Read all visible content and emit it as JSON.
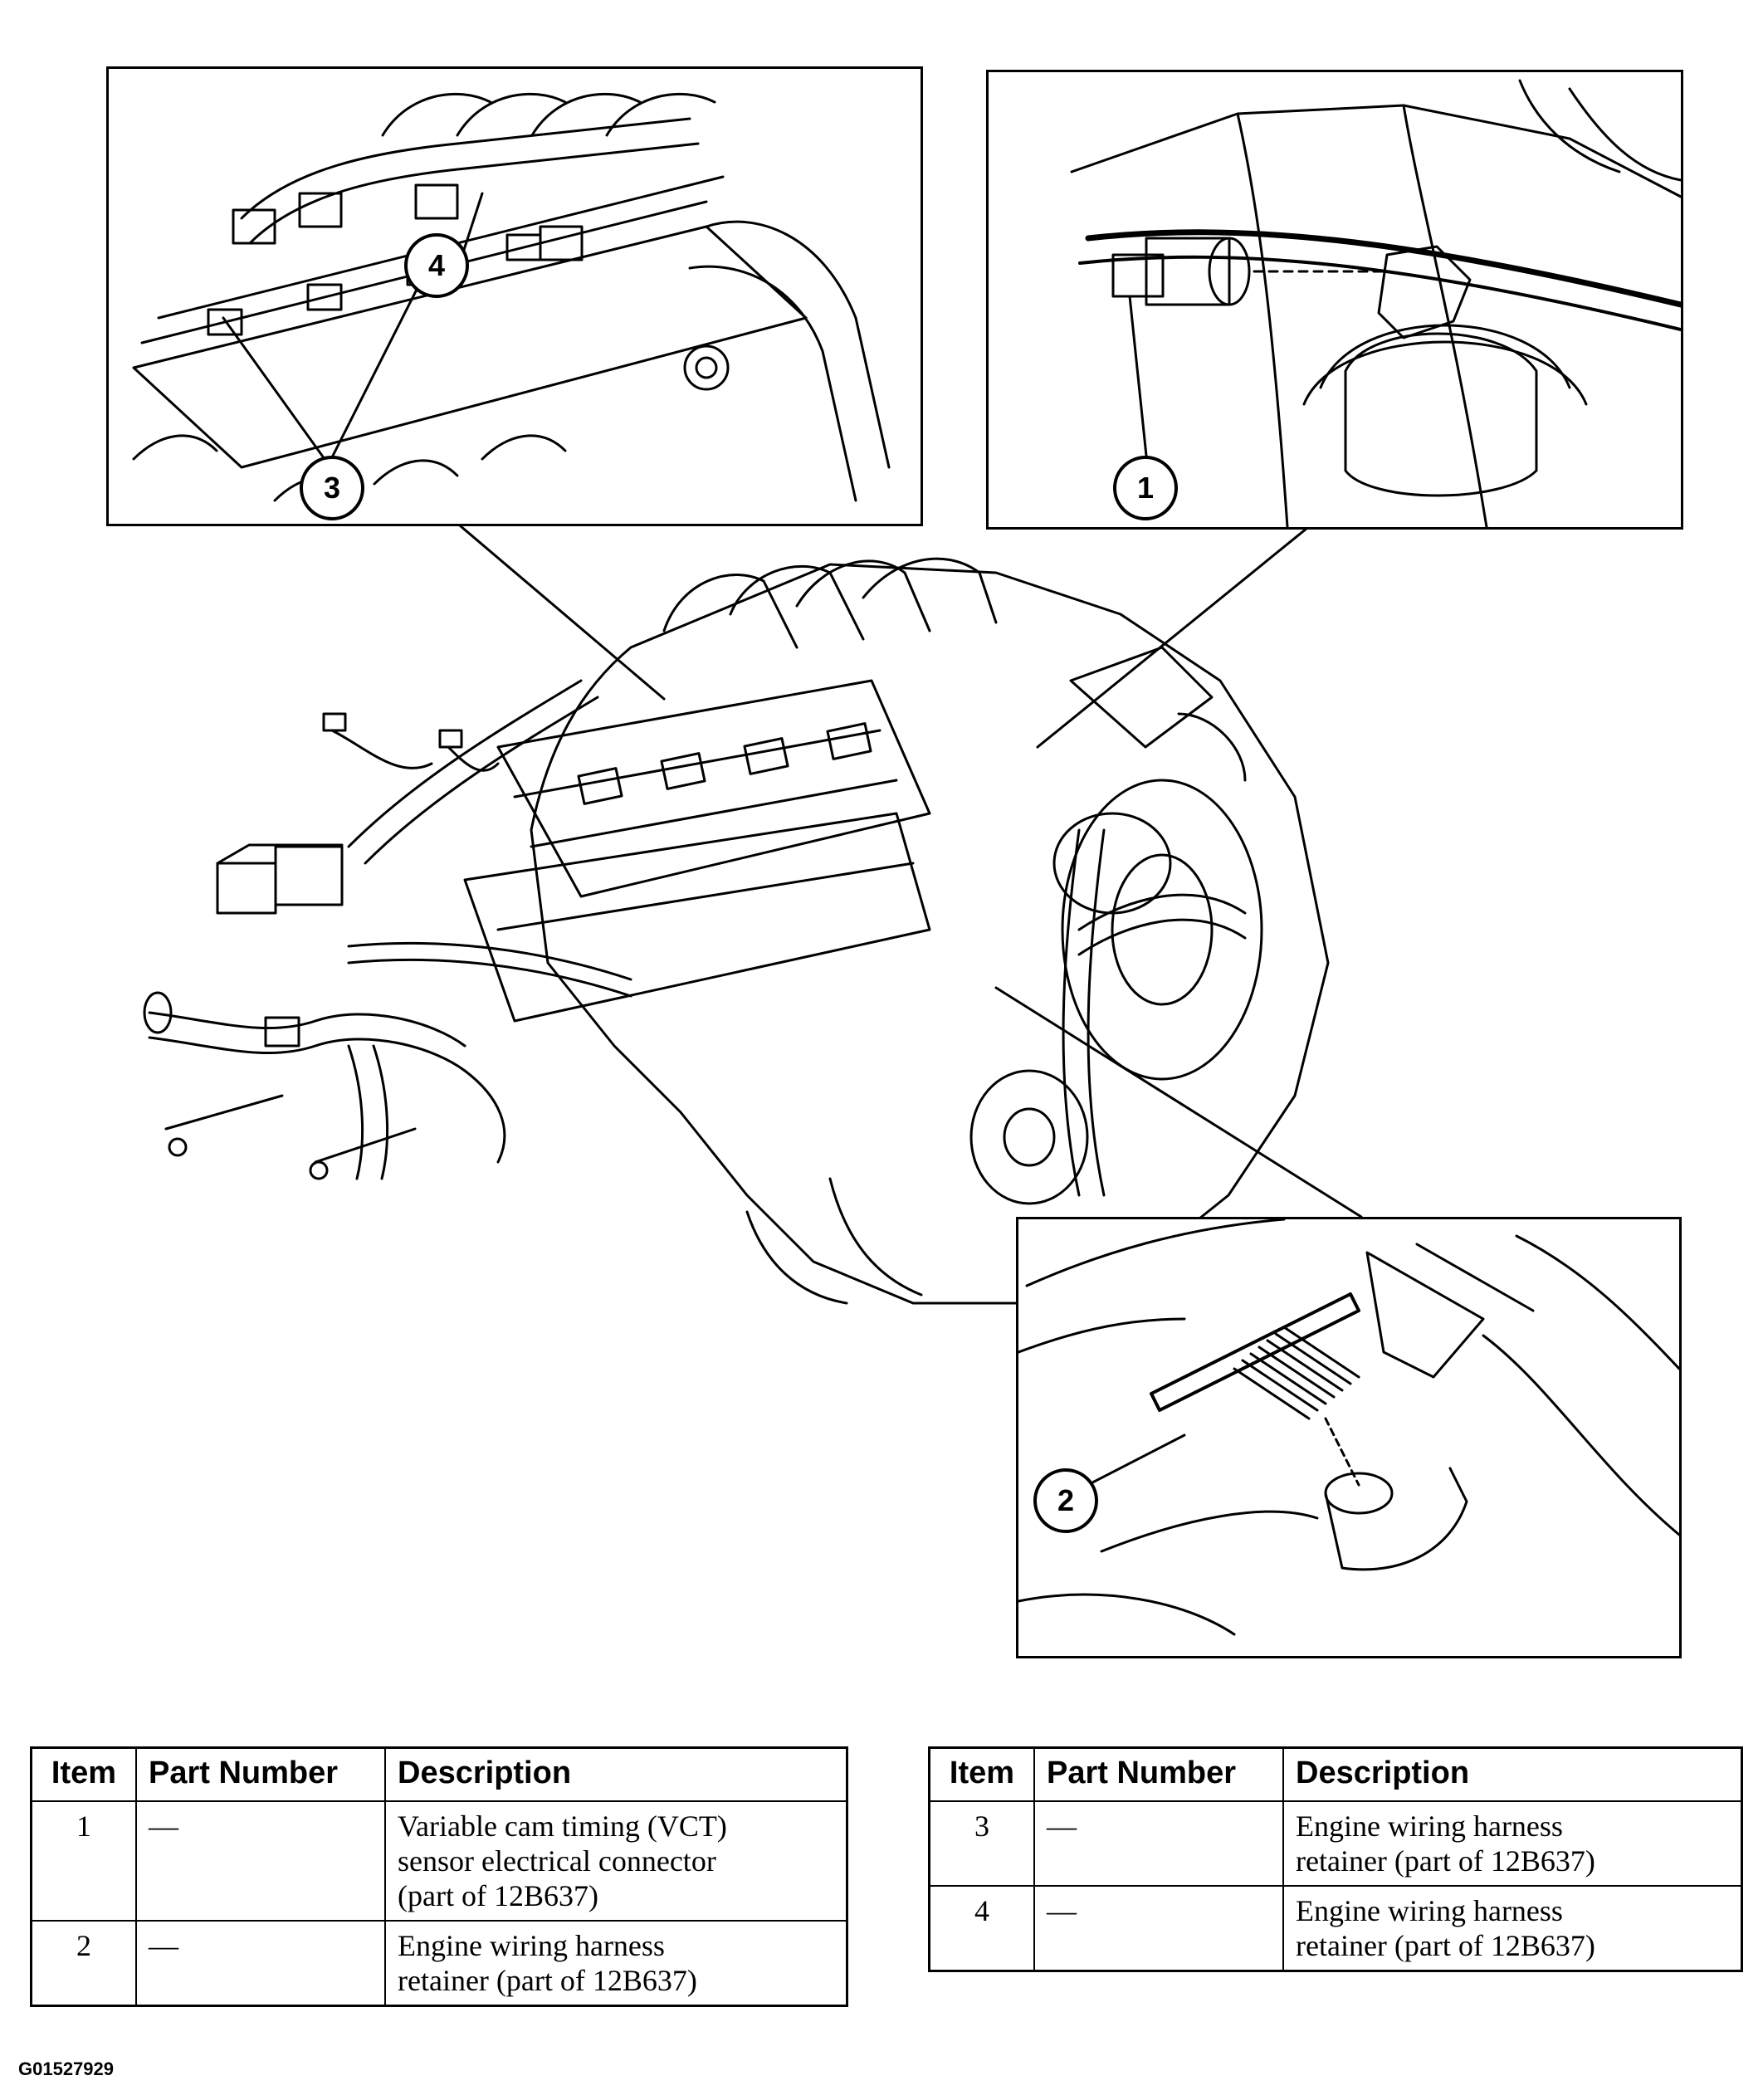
{
  "callouts": {
    "c1": "1",
    "c2": "2",
    "c3": "3",
    "c4": "4"
  },
  "table_headers": {
    "item": "Item",
    "part_number": "Part Number",
    "description": "Description"
  },
  "table_left": [
    {
      "item": "1",
      "part_number": "—",
      "description": [
        "Variable cam timing (VCT)",
        "sensor electrical connector",
        "(part of 12B637)"
      ]
    },
    {
      "item": "2",
      "part_number": "—",
      "description": [
        "Engine wiring harness",
        "retainer (part of 12B637)"
      ]
    }
  ],
  "table_right": [
    {
      "item": "3",
      "part_number": "—",
      "description": [
        "Engine wiring harness",
        "retainer (part of 12B637)"
      ]
    },
    {
      "item": "4",
      "part_number": "—",
      "description": [
        "Engine wiring harness",
        "retainer (part of 12B637)"
      ]
    }
  ],
  "figure_code": "G01527929"
}
